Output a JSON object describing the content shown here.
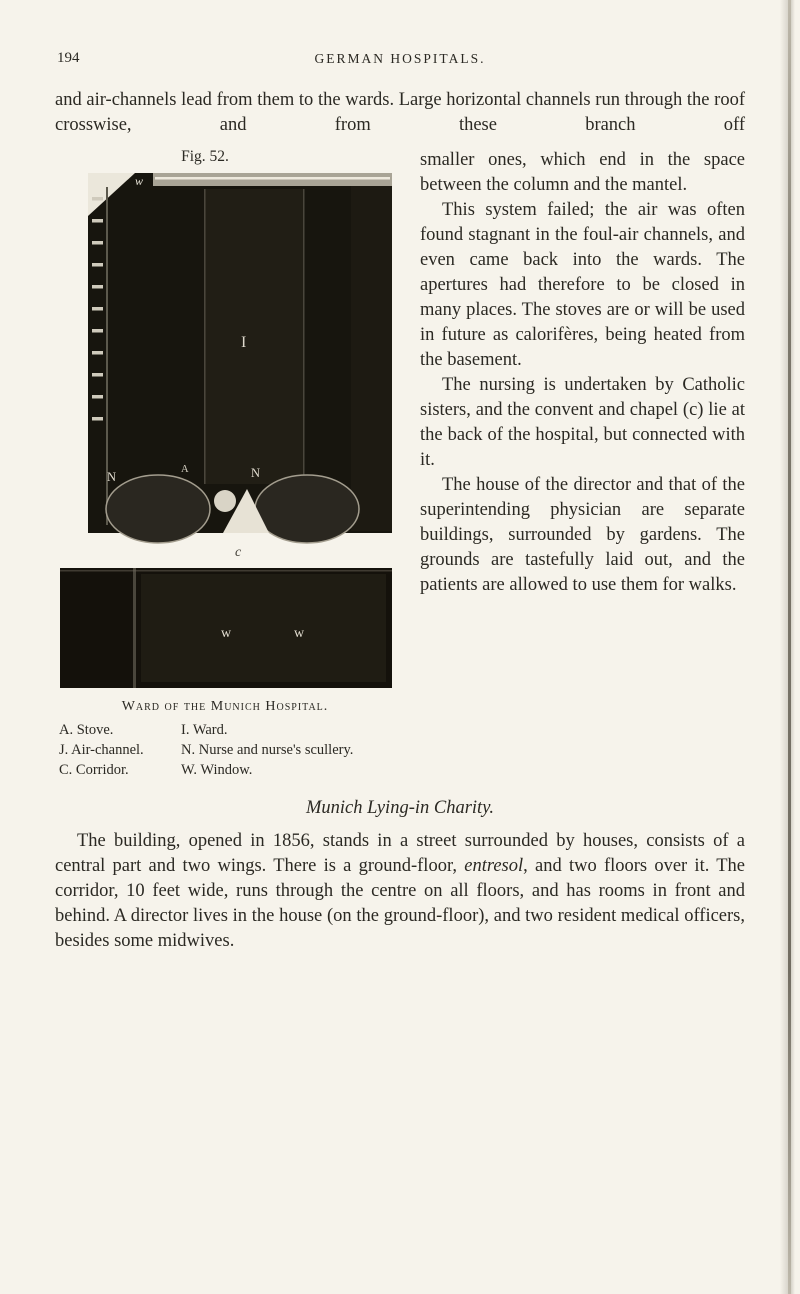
{
  "page": {
    "number": "194",
    "running_title": "GERMAN HOSPITALS.",
    "intro": "and air-channels lead from them to the wards.  Large horizontal channels run through the roof crosswise, and from these branch off",
    "right_col": {
      "p1": "smaller ones, which end in the space between the column and the mantel.",
      "p2": "This system failed; the air was often found stagnant in the foul-air channels, and even came back into the wards.  The apertures had therefore to be closed in many places.  The stoves are or will be used in future as calorifères, being heated from the basement.",
      "p3": "The nursing is undertaken by Catholic sisters, and the convent and chapel (c) lie at the back of the hospital, but connected with it.",
      "p4": "The house of the director and that of the superintending physician are separate buildings, surrounded by gardens.  The grounds are tastefully laid out, and the patients are allowed to use them for walks."
    },
    "figure": {
      "label": "Fig. 52.",
      "caption": "Ward of the Munich Hospital.",
      "plan": {
        "window_top": "w",
        "ward": "I",
        "nurse_left": "N",
        "nurse_right": "N",
        "stove": "A",
        "corridor": "c",
        "window_a": "w",
        "window_b": "w"
      },
      "legend": [
        "A. Stove.",
        "I. Ward.",
        "J. Air-channel.",
        "N. Nurse and nurse's scullery.",
        "C. Corridor.",
        "W. Window."
      ]
    },
    "heading": "Munich Lying-in Charity.",
    "final": {
      "a": "The building, opened in 1856, stands in a street surrounded by houses, consists of a central part and two wings.  There is a ground-floor, ",
      "em": "entresol",
      "b": ", and two floors over it.  The corridor, 10 feet wide, runs through the centre on all floors, and has rooms in front and behind.  A director lives in the house (on the ground-floor), and two resident medical officers, besides some midwives."
    }
  }
}
